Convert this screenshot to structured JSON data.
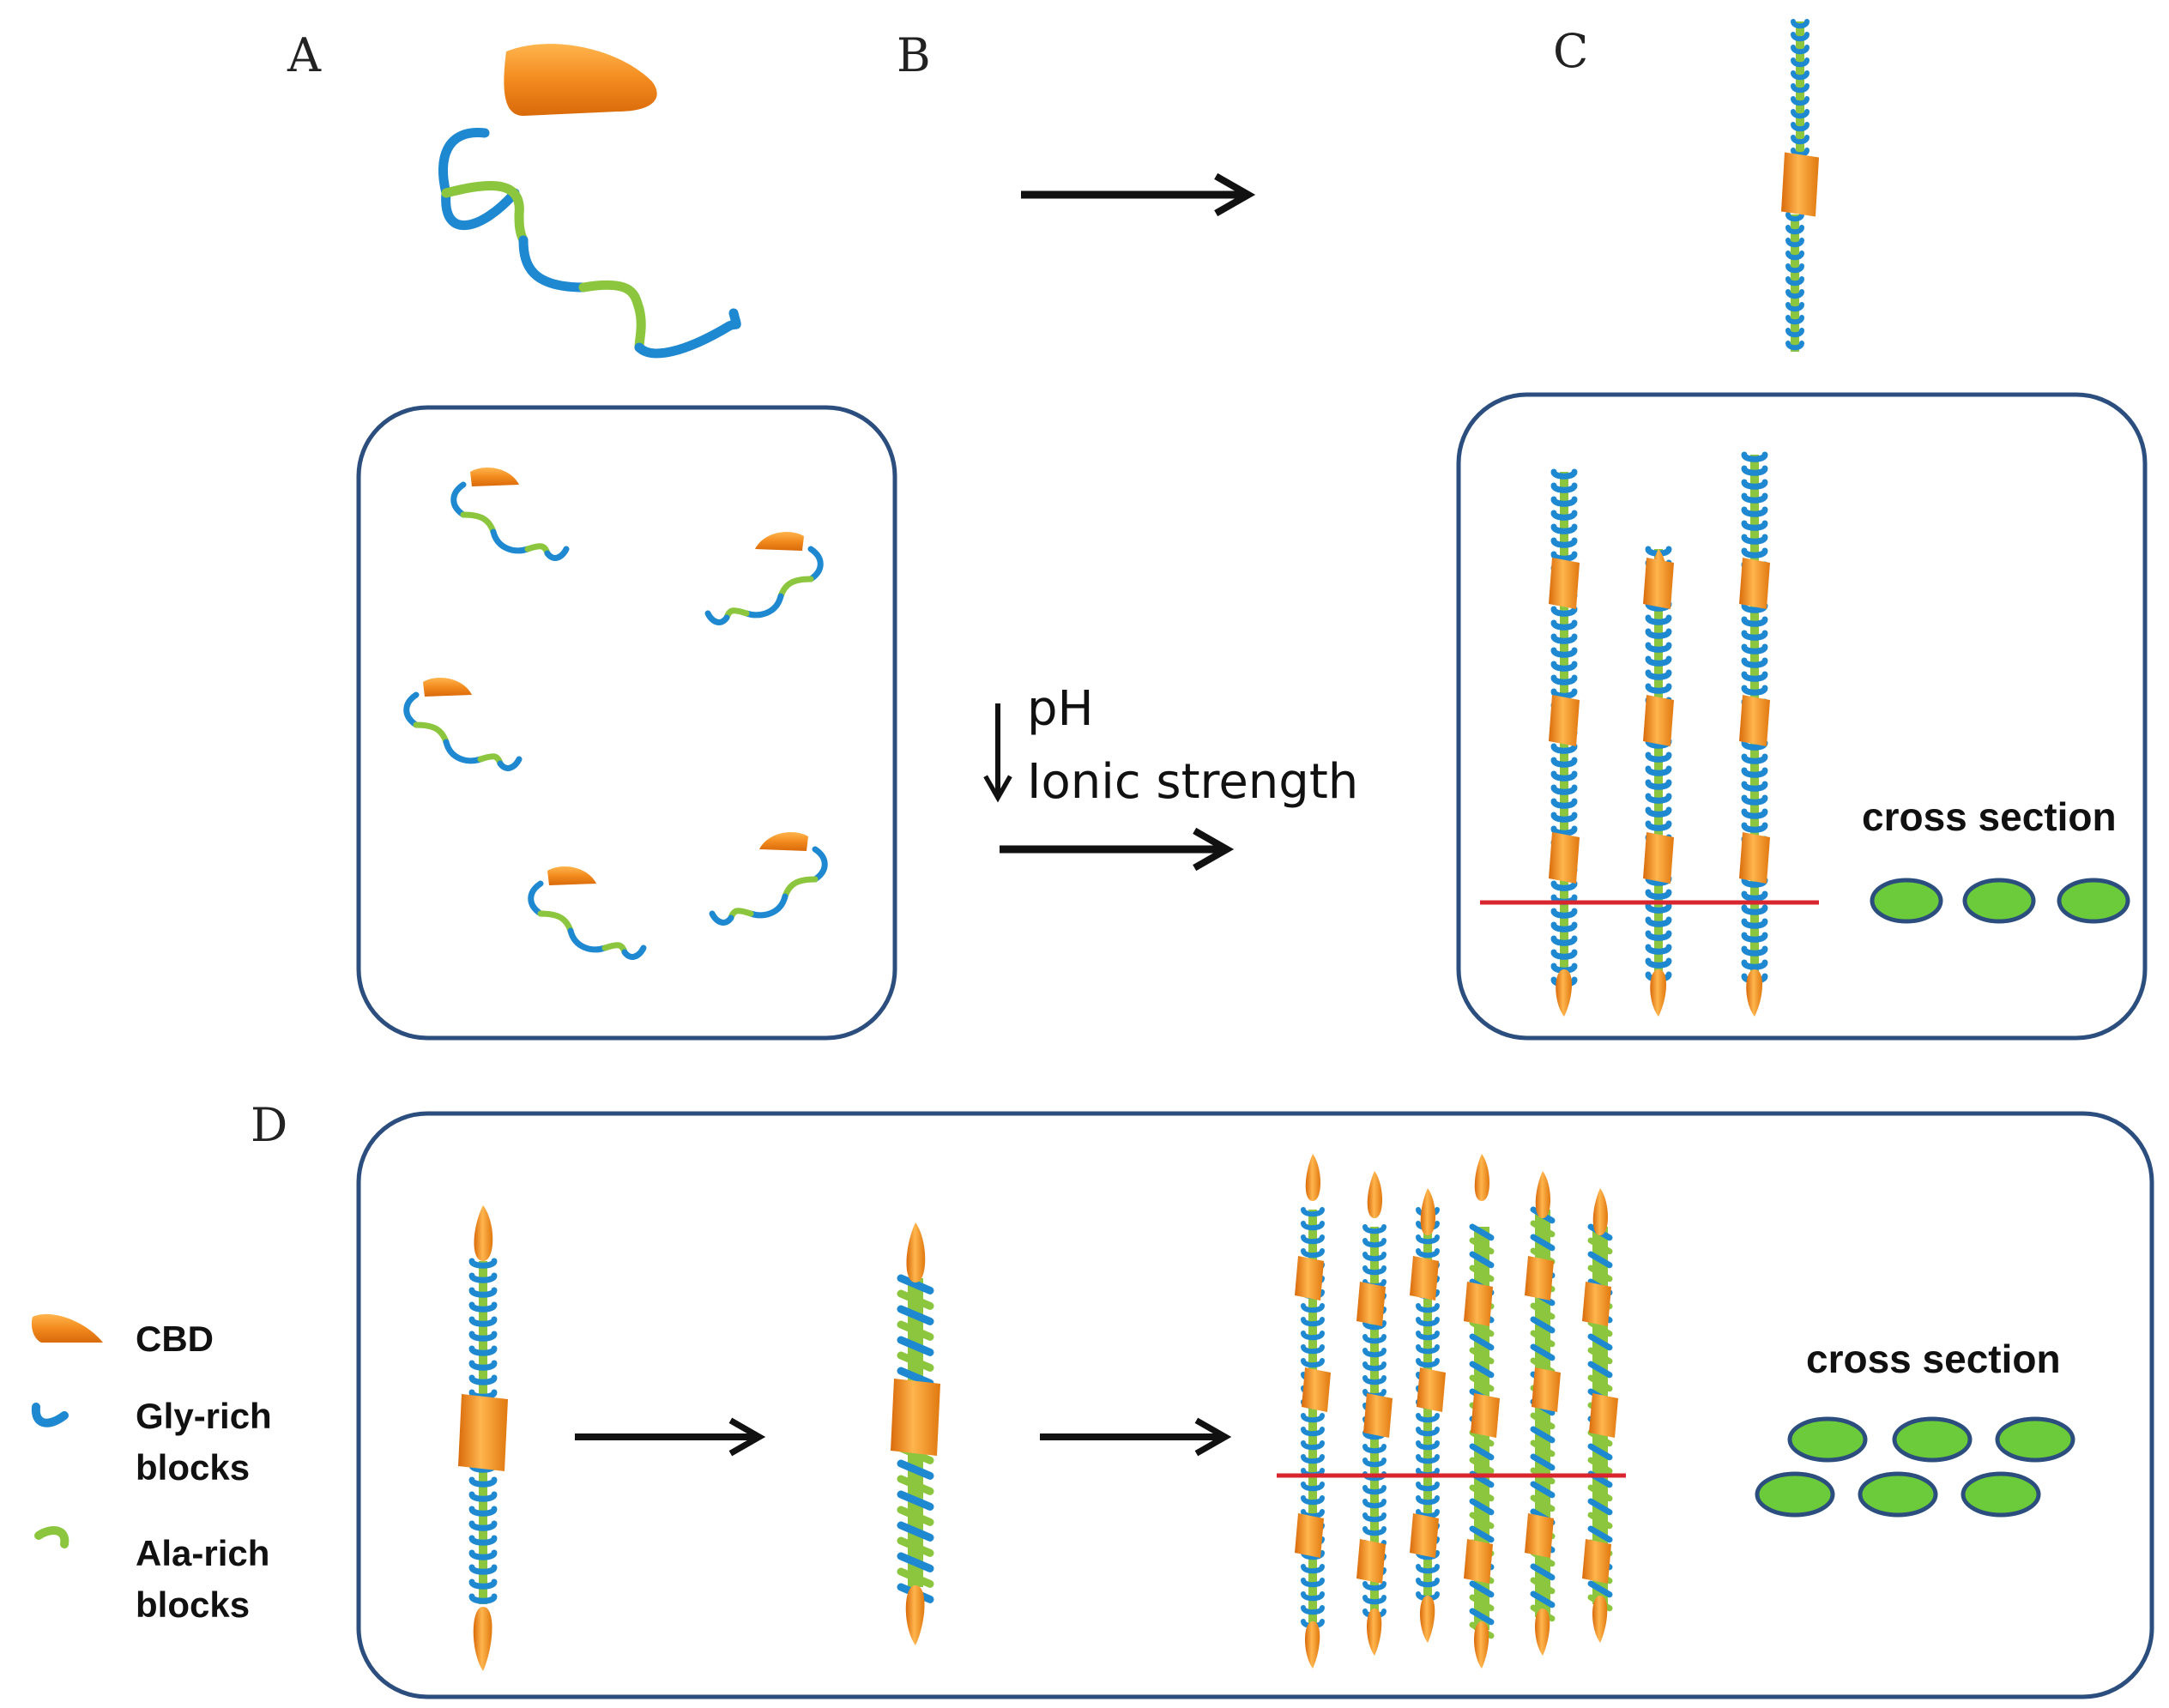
{
  "panels": {
    "a": "A",
    "b": "B",
    "c": "C",
    "d": "D"
  },
  "conditions": {
    "ph": "pH",
    "ionic": "Ionic strength"
  },
  "cross_section_c": "cross section",
  "cross_section_d": "cross section",
  "legend": {
    "cbd": "CBD",
    "gly_line1": "Gly-rich",
    "gly_line2": "blocks",
    "ala_line1": "Ala-rich",
    "ala_line2": "blocks"
  },
  "colors": {
    "cbd": "#F28A1E",
    "gly": "#1E88D0",
    "ala": "#8CC63F",
    "panel_border": "#2B4E7E",
    "cut_line": "#D9262E",
    "cross_section_fill": "#6CCB3A"
  }
}
